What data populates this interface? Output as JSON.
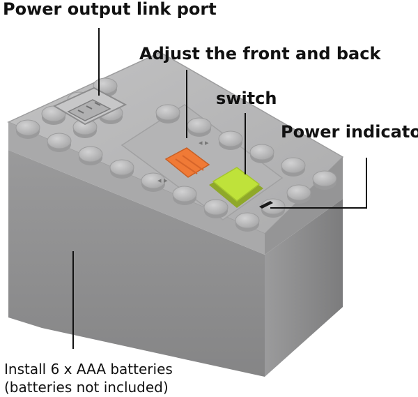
{
  "callouts": {
    "power_output_link_port": "Power output link port",
    "adjust_front_back": "Adjust the front and back",
    "switch": "switch",
    "power_indicator": "Power indicator",
    "install_batteries": "Install 6 x AAA batteries",
    "batteries_not_included": "(batteries not included)"
  },
  "colors": {
    "body_gray": "#8f8f90",
    "top_gray": "#b9b9ba",
    "stud_gray": "#c3c3c4",
    "direction_switch_orange": "#f07a36",
    "power_button_lime": "#bfe23a",
    "leader_line": "#111111"
  },
  "icons": {
    "direction_switch": "orange-slider-switch-icon",
    "power_button": "lime-push-button-icon",
    "port": "connector-port-icon",
    "arrows": "left-right-arrow-icon"
  }
}
